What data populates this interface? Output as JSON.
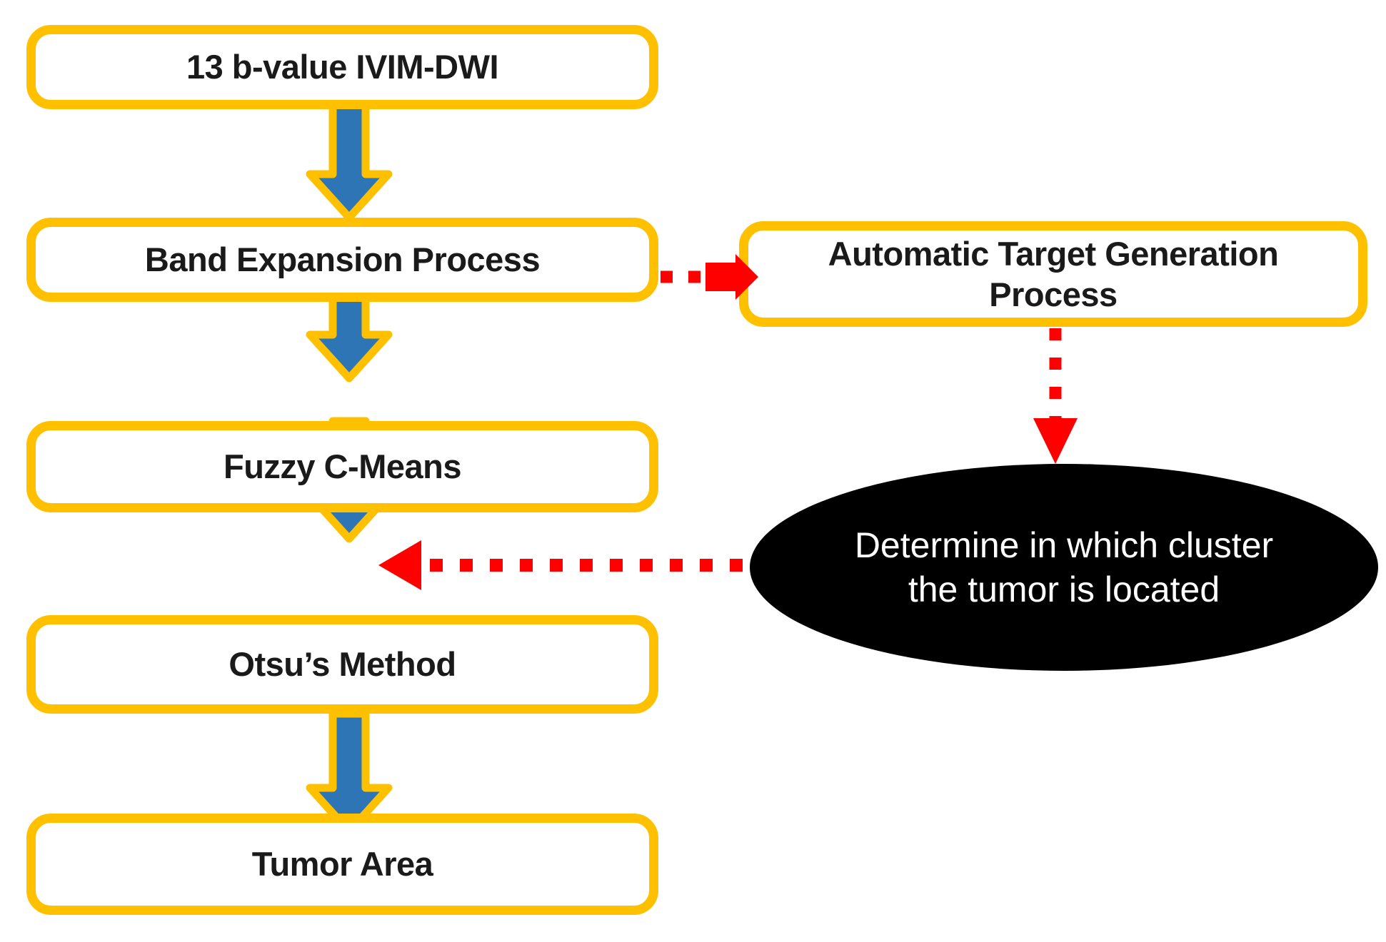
{
  "diagram": {
    "title": "IVIM-DWI tumor segmentation workflow",
    "background_color": "#ffffff",
    "colors": {
      "box_border": "#FFC000",
      "box_fill": "#FFFFFF",
      "box_text": "#1A1A1A",
      "solid_arrow_fill": "#2E75B6",
      "solid_arrow_outline": "#FFC000",
      "dashed_arrow": "#FF0000",
      "ellipse_fill": "#000000",
      "ellipse_text": "#FFFFFF"
    },
    "nodes": [
      {
        "id": "input",
        "label": "13 b-value IVIM-DWI",
        "shape": "rounded-rect"
      },
      {
        "id": "bep",
        "label": "Band Expansion Process",
        "shape": "rounded-rect"
      },
      {
        "id": "fcm",
        "label": "Fuzzy C-Means",
        "shape": "rounded-rect"
      },
      {
        "id": "otsu",
        "label": "Otsu’s Method",
        "shape": "rounded-rect"
      },
      {
        "id": "tumor",
        "label": "Tumor Area",
        "shape": "rounded-rect"
      },
      {
        "id": "atgp",
        "label": "Automatic Target Generation\nProcess",
        "shape": "rounded-rect"
      },
      {
        "id": "cluster",
        "label": "Determine in which cluster\nthe tumor is located",
        "shape": "ellipse"
      }
    ],
    "edges": [
      {
        "from": "input",
        "to": "bep",
        "style": "solid-block-arrow",
        "direction": "down"
      },
      {
        "from": "bep",
        "to": "fcm",
        "style": "solid-block-arrow",
        "direction": "down"
      },
      {
        "from": "fcm",
        "to": "otsu",
        "style": "solid-block-arrow",
        "direction": "down"
      },
      {
        "from": "otsu",
        "to": "tumor",
        "style": "solid-block-arrow",
        "direction": "down"
      },
      {
        "from": "bep",
        "to": "atgp",
        "style": "red-dotted-arrow",
        "direction": "right"
      },
      {
        "from": "atgp",
        "to": "cluster",
        "style": "red-dotted-arrow",
        "direction": "down"
      },
      {
        "from": "cluster",
        "to": "fcm-otsu-link",
        "style": "red-dotted-arrow",
        "direction": "left"
      }
    ]
  }
}
